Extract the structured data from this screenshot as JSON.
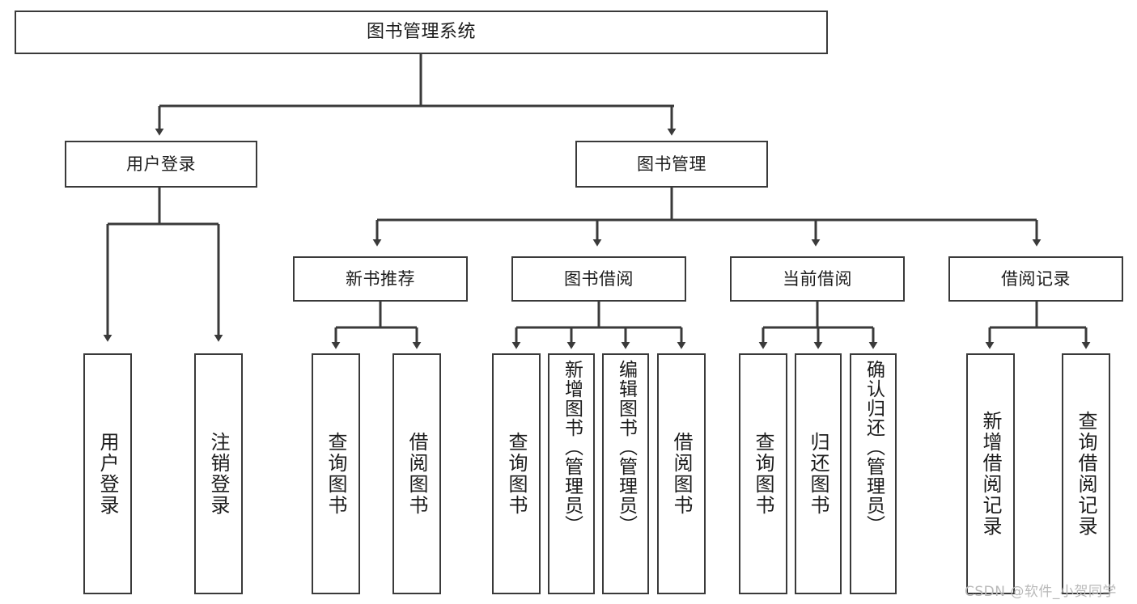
{
  "diagram": {
    "type": "hierarchy-tree",
    "title": "图书管理系统",
    "background_color": "#ffffff",
    "node_border_color": "#3a3a3a",
    "edge_color": "#3a3a3a",
    "text_color": "#1c1c1c"
  },
  "nodes": {
    "root": {
      "label": "图书管理系统",
      "level": 0
    },
    "level2": [
      {
        "id": "user-login",
        "label": "用户登录"
      },
      {
        "id": "book-management",
        "label": "图书管理"
      }
    ],
    "level3": [
      {
        "id": "new-book-recommend",
        "label": "新书推荐"
      },
      {
        "id": "book-borrow",
        "label": "图书借阅"
      },
      {
        "id": "current-borrow",
        "label": "当前借阅"
      },
      {
        "id": "borrow-record",
        "label": "借阅记录"
      }
    ],
    "leaves": {
      "user_login": [
        {
          "id": "leaf-user-login",
          "label": "用户登录"
        },
        {
          "id": "leaf-logout-login",
          "label": "注销登录"
        }
      ],
      "new_book_recommend": [
        {
          "id": "leaf-query-book-1",
          "label": "查询图书"
        },
        {
          "id": "leaf-borrow-book-1",
          "label": "借阅图书"
        }
      ],
      "book_borrow": [
        {
          "id": "leaf-query-book-2",
          "label": "查询图书"
        },
        {
          "id": "leaf-add-book",
          "label": "新增图书（管理员）"
        },
        {
          "id": "leaf-edit-book",
          "label": "编辑图书（管理员）"
        },
        {
          "id": "leaf-borrow-book-2",
          "label": "借阅图书"
        }
      ],
      "current_borrow": [
        {
          "id": "leaf-query-book-3",
          "label": "查询图书"
        },
        {
          "id": "leaf-return-book",
          "label": "归还图书"
        },
        {
          "id": "leaf-confirm-return",
          "label": "确认归还（管理员）"
        }
      ],
      "borrow_record": [
        {
          "id": "leaf-add-record",
          "label": "新增借阅记录"
        },
        {
          "id": "leaf-query-record",
          "label": "查询借阅记录"
        }
      ]
    }
  },
  "watermark": {
    "text": "CSDN @软件_小贺同学",
    "color": "#b9b9b9"
  }
}
